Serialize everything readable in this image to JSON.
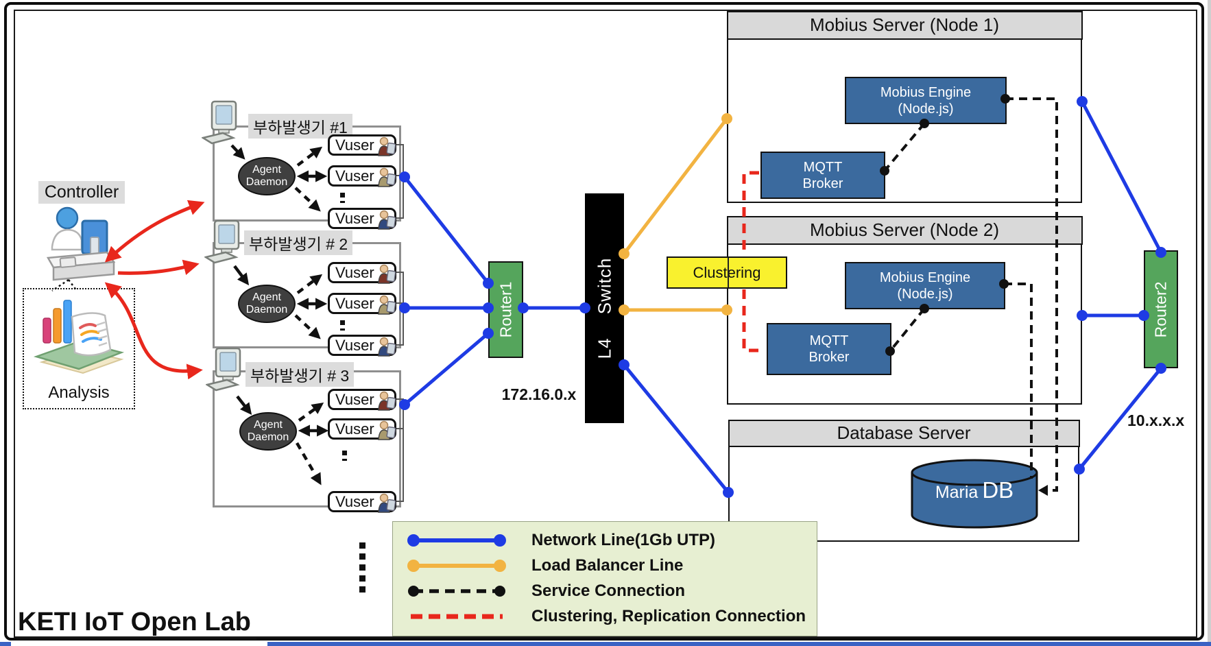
{
  "frame": {
    "title": "KETI IoT Open Lab"
  },
  "controller": {
    "label": "Controller"
  },
  "analysis": {
    "label": "Analysis"
  },
  "generators": [
    {
      "title": "부하발생기 #1",
      "agent_line1": "Agent",
      "agent_line2": "Daemon",
      "vusers": [
        "Vuser",
        "Vuser",
        "Vuser"
      ]
    },
    {
      "title": "부하발생기 # 2",
      "agent_line1": "Agent",
      "agent_line2": "Daemon",
      "vusers": [
        "Vuser",
        "Vuser",
        "Vuser"
      ]
    },
    {
      "title": "부하발생기 # 3",
      "agent_line1": "Agent",
      "agent_line2": "Daemon",
      "vusers": [
        "Vuser",
        "Vuser",
        "Vuser"
      ]
    }
  ],
  "network": {
    "router1": "Router1",
    "router2": "Router2",
    "l4_switch": "L4 Switch",
    "subnet_local": "172.16.0.x",
    "subnet_public": "10.x.x.x"
  },
  "clustering": {
    "label": "Clustering"
  },
  "servers": {
    "node1": {
      "title": "Mobius Server (Node 1)",
      "engine_line1": "Mobius Engine",
      "engine_line2": "(Node.js)",
      "broker_line1": "MQTT",
      "broker_line2": "Broker"
    },
    "node2": {
      "title": "Mobius Server (Node 2)",
      "engine_line1": "Mobius Engine",
      "engine_line2": "(Node.js)",
      "broker_line1": "MQTT",
      "broker_line2": "Broker"
    },
    "database": {
      "title": "Database Server",
      "db_line1": "Maria",
      "db_line2": "DB"
    }
  },
  "legend": {
    "items": [
      {
        "label": "Network Line(1Gb UTP)",
        "color": "#1e3be4",
        "style": "solid-with-dots"
      },
      {
        "label": "Load Balancer Line",
        "color": "#f2b341",
        "style": "solid-with-dots"
      },
      {
        "label": "Service Connection",
        "color": "#111111",
        "style": "dashed-with-dots"
      },
      {
        "label": "Clustering, Replication Connection",
        "color": "#e8271c",
        "style": "dashed"
      }
    ]
  },
  "colors": {
    "blue": "#1e3be4",
    "orange": "#f2b341",
    "red": "#e8271c",
    "green": "#55a55c",
    "yellow": "#f9f12e",
    "box_blue": "#3b6a9e",
    "header_gray": "#d9d9d9",
    "legend_bg": "#e7efd2"
  }
}
